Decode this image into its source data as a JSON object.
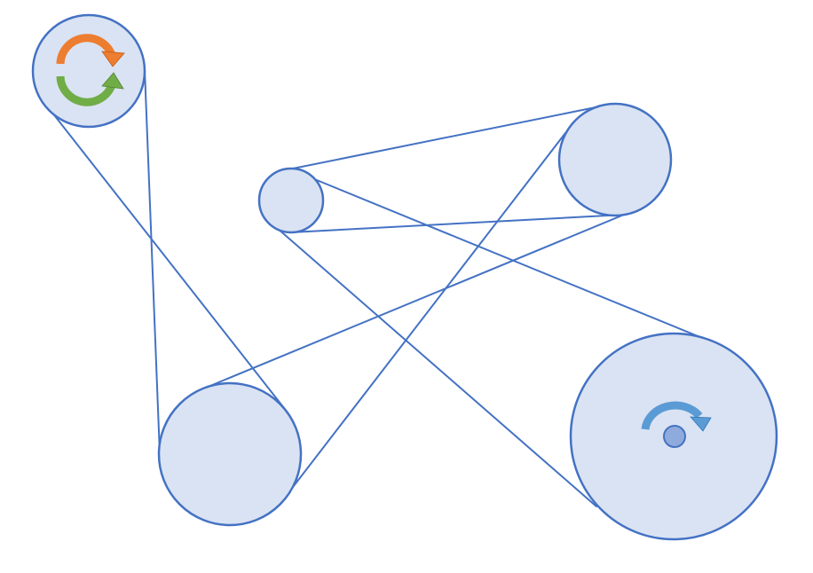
{
  "colors": {
    "background": "#ffffff",
    "pulley_fill": "#dae3f3",
    "pulley_stroke": "#4472c4",
    "belt_stroke": "#4472c4",
    "arrow_orange": "#ed7d31",
    "arrow_green": "#70ad47",
    "arrow_blue": "#5b9bd5",
    "hub_fill": "#8faadc"
  },
  "icons": {
    "top_left_pulley": "refresh-cycle-icon",
    "bottom_right_pulley": "clockwise-rotation-icon"
  },
  "pulleys": [
    {
      "id": "top-left",
      "label": ""
    },
    {
      "id": "small-middle",
      "label": ""
    },
    {
      "id": "top-right",
      "label": ""
    },
    {
      "id": "bottom-left",
      "label": ""
    },
    {
      "id": "bottom-right-drive",
      "label": ""
    }
  ]
}
